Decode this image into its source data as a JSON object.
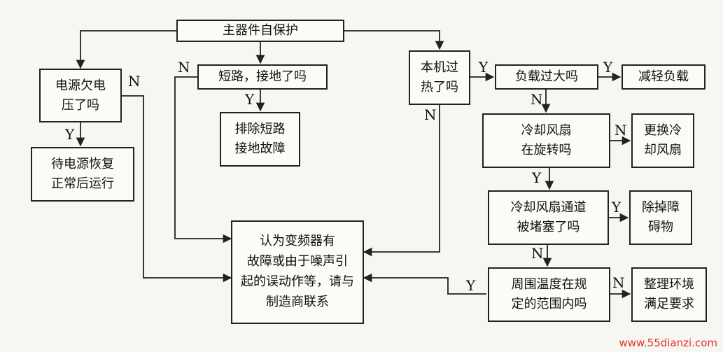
{
  "nodes": {
    "root": "主器件自保护",
    "undervoltage": "电源欠电\n压了吗",
    "wait_power": "待电源恢复\n正常后运行",
    "short_circuit": "短路，接地了吗",
    "clear_short": "排除短路\n接地故障",
    "overheat": "本机过\n热了吗",
    "overload": "负载过大吗",
    "reduce_load": "减轻负载",
    "fan_rotating": "冷却风扇\n在旋转吗",
    "replace_fan": "更换冷\n却风扇",
    "fan_blocked": "冷却风扇通道\n被堵塞了吗",
    "remove_obstacle": "除掉障\n碍物",
    "ambient_temp": "周围温度在规\n定的范围内吗",
    "fix_env": "整理环境\n满足要求",
    "contact_maker": "认为变频器有\n故障或由于噪声引\n起的误动作等，请与\n制造商联系"
  },
  "labels": {
    "n_undervoltage": "N",
    "y_undervoltage": "Y",
    "n_short": "N",
    "y_short": "Y",
    "y_overheat": "Y",
    "n_overheat": "N",
    "y_overload": "Y",
    "n_overload": "N",
    "n_fan": "N",
    "y_fan": "Y",
    "y_blocked": "Y",
    "n_blocked": "N",
    "y_temp": "Y",
    "n_temp": "N"
  },
  "watermark": "www.55dianzi.com"
}
